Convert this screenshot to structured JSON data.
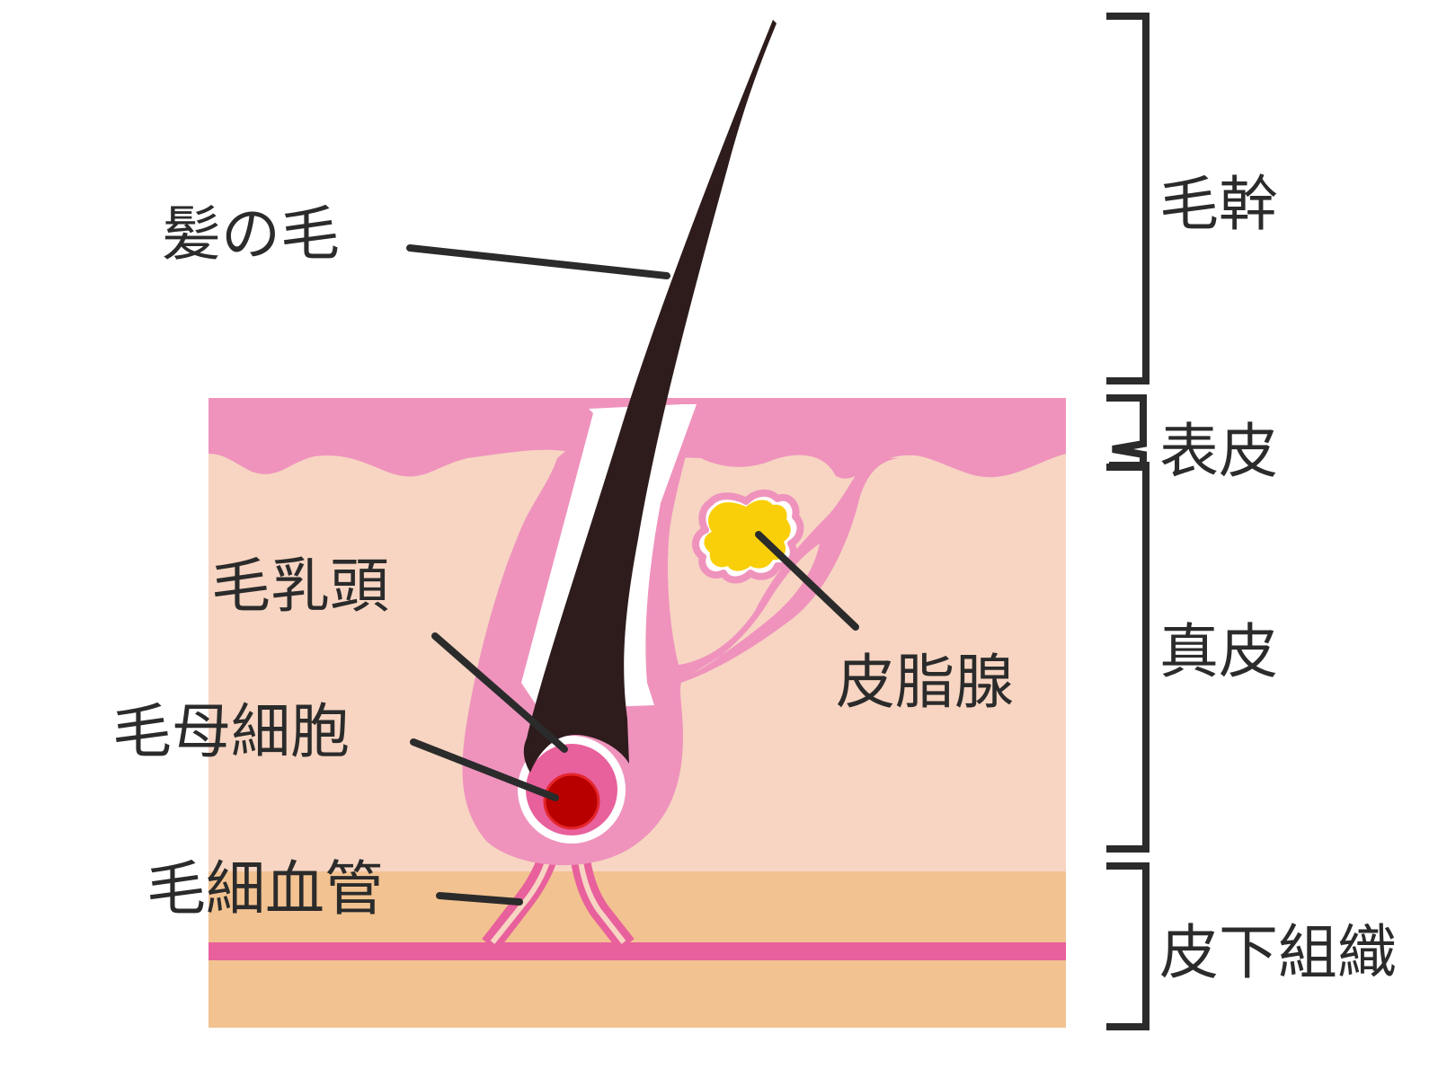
{
  "labels": {
    "hair": "髪の毛",
    "dermal_papilla": "毛乳頭",
    "hair_matrix_cells": "毛母細胞",
    "capillaries": "毛細血管",
    "sebaceous_gland": "皮脂腺"
  },
  "layers": {
    "hair_shaft": "毛幹",
    "epidermis": "表皮",
    "dermis": "真皮",
    "subcutaneous": "皮下組織"
  },
  "colors": {
    "epidermis": "#ef93bd",
    "dermis": "#f7d5c2",
    "subcutaneous": "#f2c291",
    "vessel": "#e8609c",
    "follicle": "#ef93bd",
    "papilla": "#e8609c",
    "matrix_core": "#b80000",
    "hair": "#2e1c1c",
    "gland": "#f9cf0a",
    "text": "#2b2b2b"
  }
}
